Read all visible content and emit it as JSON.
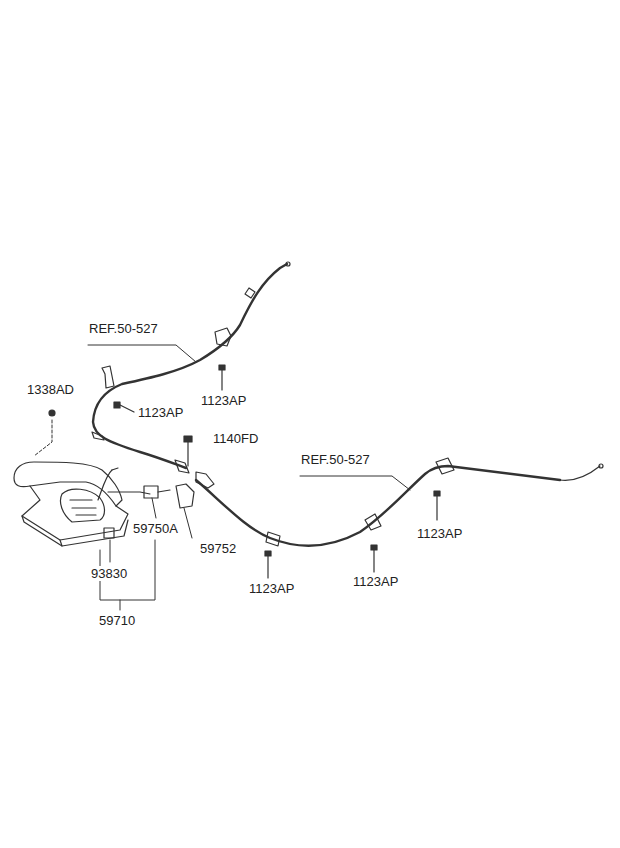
{
  "diagram": {
    "labels": [
      "REF.50-527",
      "1338AD",
      "1123AP",
      "1123AP",
      "1140FD",
      "REF.50-527",
      "59750A",
      "1123AP",
      "59752",
      "93830",
      "1123AP",
      "1123AP",
      "59710"
    ]
  }
}
